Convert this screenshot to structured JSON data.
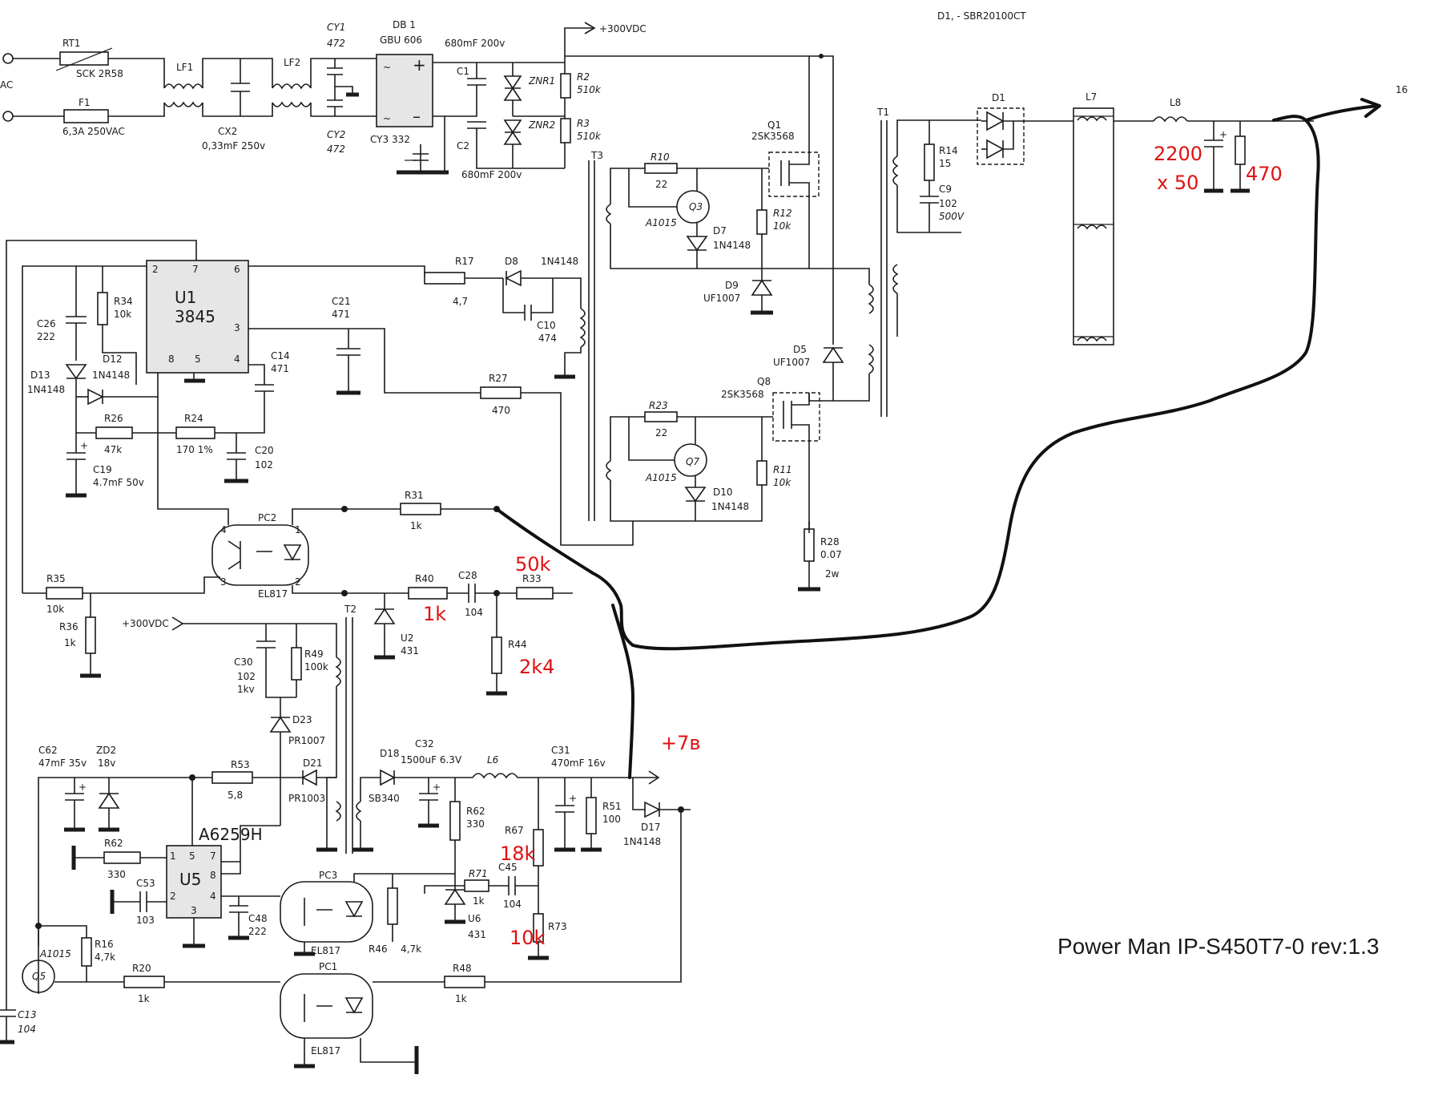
{
  "title": "Power Man IP-S450T7-0 rev:1.3",
  "note_d1": "D1,       - SBR20100CT",
  "nets": {
    "vdc300_top": "+300VDC",
    "vdc300_mid": "+300VDC",
    "plus7v": "+7в"
  },
  "input": {
    "ac": "AC"
  },
  "components": {
    "rt1": "RT1",
    "rt1_val": "SCK 2R58",
    "f1": "F1",
    "f1_val": "6,3A  250VAC",
    "lf1": "LF1",
    "lf2": "LF2",
    "cx2": "CX2",
    "cx2_val": "0,33mF 250v",
    "cy1": "CY1",
    "cy1_val": "472",
    "cy2": "CY2",
    "cy2_val": "472",
    "db1": "DB 1",
    "db1_val": "GBU 606",
    "cy3": "CY3 332",
    "c1": "C1",
    "c2": "C2",
    "c1_val": "680mF 200v",
    "c2_val": "680mF 200v",
    "znr1": "ZNR1",
    "znr2": "ZNR2",
    "r2": "R2",
    "r2_val": "510k",
    "r3": "R3",
    "r3_val": "510k",
    "t3": "T3",
    "t1": "T1",
    "t2": "T2",
    "r10": "R10",
    "r10_val": "22",
    "q3": "Q3",
    "q3_type": "A1015",
    "d7": "D7",
    "d7_val": "1N4148",
    "q1": "Q1",
    "q1_val": "2SK3568",
    "r12": "R12",
    "r12_val": "10k",
    "d9": "D9",
    "d9_val": "UF1007",
    "r14": "R14",
    "r14_val": "15",
    "c9": "C9",
    "c9_val": "102",
    "c9_v": "500V",
    "d1": "D1",
    "l7": "L7",
    "l8": "L8",
    "u1": "U1",
    "u1_val": "3845",
    "u1_p2": "2",
    "u1_p7": "7",
    "u1_p6": "6",
    "u1_p3": "3",
    "u1_p8": "8",
    "u1_p5": "5",
    "u1_p4": "4",
    "r34": "R34",
    "r34_val": "10k",
    "c26": "C26",
    "c26_val": "222",
    "d12": "D12",
    "d12_val": "1N4148",
    "d13": "D13",
    "d13_val": "1N4148",
    "c14": "C14",
    "c14_val": "471",
    "r17": "R17",
    "r17_val": "4,7",
    "d8": "D8",
    "d8_val": "1N4148",
    "c10": "C10",
    "c10_val": "474",
    "c21": "C21",
    "c21_val": "471",
    "r27": "R27",
    "r27_val": "470",
    "d5": "D5",
    "d5_val": "UF1007",
    "q8": "Q8",
    "q8_val": "2SK3568",
    "r23": "R23",
    "r23_val": "22",
    "q7": "Q7",
    "q7_type": "A1015",
    "r11": "R11",
    "r11_val": "10k",
    "d10": "D10",
    "d10_val": "1N4148",
    "r26": "R26",
    "r26_val": "47k",
    "r24": "R24",
    "r24_val": "170 1%",
    "c20": "C20",
    "c20_val": "102",
    "c19": "C19",
    "c19_val": "4.7mF 50v",
    "r28": "R28",
    "r28_val": "0.07",
    "r28_w": "2w",
    "r31": "R31",
    "r31_val": "1k",
    "pc2": "PC2",
    "pc2_val": "EL817",
    "r35": "R35",
    "r35_val": "10k",
    "r36": "R36",
    "r36_val": "1k",
    "r40": "R40",
    "c28": "C28",
    "c28_val": "104",
    "r33": "R33",
    "u2": "U2",
    "u2_val": "431",
    "r44": "R44",
    "c30": "C30",
    "c30_val": "102",
    "c30_v": "1kv",
    "r49": "R49",
    "r49_val": "100k",
    "d23": "D23",
    "d23_val": "PR1007",
    "c62": "C62",
    "c62_val": "47mF 35v",
    "zd2": "ZD2",
    "zd2_val": "18v",
    "r53": "R53",
    "r53_val": "5,8",
    "d21": "D21",
    "d21_val": "PR1003",
    "d18": "D18",
    "d18_val": "SB340",
    "c32": "C32",
    "c32_val": "1500uF 6.3V",
    "l6": "L6",
    "c31": "C31",
    "c31_val": "470mF 16v",
    "r51": "R51",
    "r51_val": "100",
    "d17": "D17",
    "d17_val": "1N4148",
    "r62a": "R62",
    "r62a_val": "330",
    "r62b": "R62",
    "r62b_val": "330",
    "u5": "U5",
    "u5_val": "A6259H",
    "u5_p1": "1",
    "u5_p5": "5",
    "u5_p7": "7",
    "u5_p8": "8",
    "u5_p2": "2",
    "u5_p4": "4",
    "u5_p3": "3",
    "c53": "C53",
    "c53_val": "103",
    "c48": "C48",
    "c48_val": "222",
    "pc3": "PC3",
    "pc3_val": "EL817",
    "r46": "R46",
    "r46_val": "4,7k",
    "r67": "R67",
    "r71": "R71",
    "r71_val": "1k",
    "c45": "C45",
    "c45_val": "104",
    "u6": "U6",
    "u6_val": "431",
    "r73": "R73",
    "q5": "Q5",
    "q5_type": "A1015",
    "r16": "R16",
    "r16_val": "4,7k",
    "r20": "R20",
    "r20_val": "1k",
    "pc1": "PC1",
    "pc1_val": "EL817",
    "r48": "R48",
    "r48_val": "1k",
    "c13": "C13",
    "c13_val": "104",
    "pin4": "4",
    "pin3": "3",
    "pin1": "1",
    "pin2": "2",
    "sixteen": "16"
  },
  "annotations": {
    "cap2200": "2200",
    "cap_x50": "x 50",
    "r470": "470",
    "r50k": "50k",
    "r1k": "1k",
    "r2k4": "2k4",
    "r18k": "18k",
    "r10k": "10k"
  },
  "colors": {
    "ink": "#1a1a1a",
    "annotation": "#e01010",
    "chip_fill": "#e6e6e6"
  }
}
